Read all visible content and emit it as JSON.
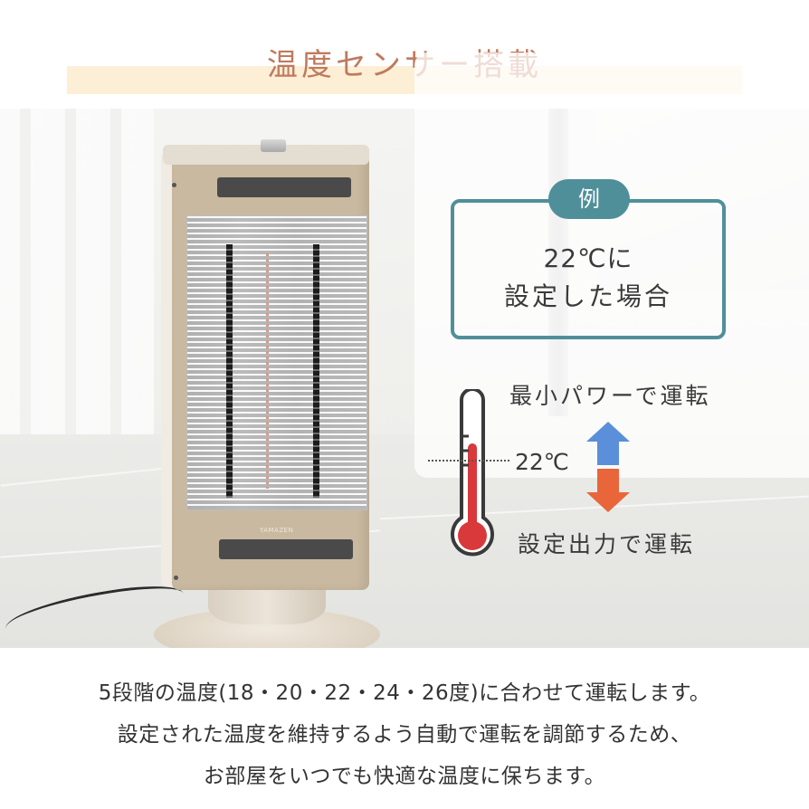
{
  "header": {
    "title": "温度センサー搭載",
    "title_color": "#c07a5e",
    "band_color": "#fcefd6"
  },
  "product": {
    "type": "electric heater",
    "brand_mark": "YAMAZEN",
    "body_color": "#c9b9a0"
  },
  "example": {
    "tag": "例",
    "line1": "22℃に",
    "line2": "設定した場合",
    "accent_color": "#4f8f9a"
  },
  "diagram": {
    "upper_label": "最小パワーで運転",
    "set_temp_label": "22℃",
    "lower_label": "設定出力で運転",
    "up_arrow_color": "#5b8fd9",
    "down_arrow_color": "#e8663a",
    "thermometer_fill_color": "#d9393b"
  },
  "description": {
    "lines": [
      "5段階の温度(18・20・22・24・26度)に合わせて運転します。",
      "設定された温度を維持するよう自動で運転を調節するため、",
      "お部屋をいつでも快適な温度に保ちます。"
    ]
  }
}
